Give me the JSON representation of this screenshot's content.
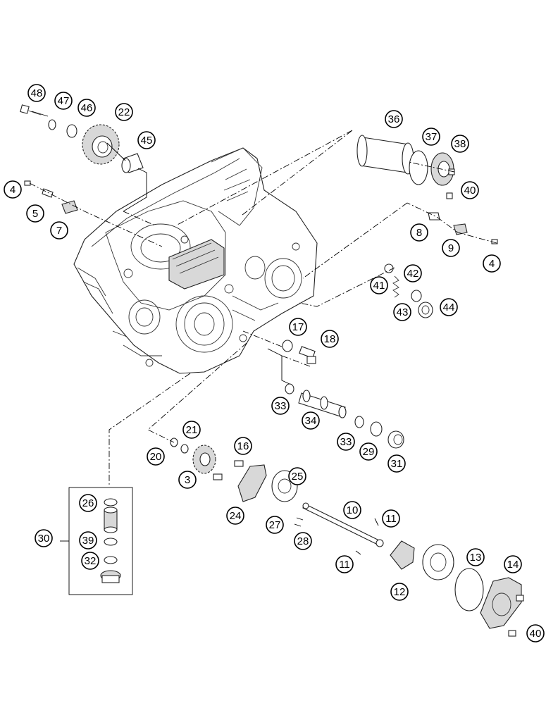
{
  "callouts": [
    {
      "id": "c48a",
      "label": "48"
    },
    {
      "id": "c47a",
      "label": "47"
    },
    {
      "id": "c46a",
      "label": "46"
    },
    {
      "id": "c22a",
      "label": "22"
    },
    {
      "id": "c45a",
      "label": "45"
    },
    {
      "id": "c4a",
      "label": "4"
    },
    {
      "id": "c5a",
      "label": "5"
    },
    {
      "id": "c7a",
      "label": "7"
    },
    {
      "id": "c36a",
      "label": "36"
    },
    {
      "id": "c37a",
      "label": "37"
    },
    {
      "id": "c38a",
      "label": "38"
    },
    {
      "id": "c40a",
      "label": "40"
    },
    {
      "id": "c8a",
      "label": "8"
    },
    {
      "id": "c9a",
      "label": "9"
    },
    {
      "id": "c4b",
      "label": "4"
    },
    {
      "id": "c42a",
      "label": "42"
    },
    {
      "id": "c41a",
      "label": "41"
    },
    {
      "id": "c43a",
      "label": "43"
    },
    {
      "id": "c44a",
      "label": "44"
    },
    {
      "id": "c17a",
      "label": "17"
    },
    {
      "id": "c18a",
      "label": "18"
    },
    {
      "id": "c33a",
      "label": "33"
    },
    {
      "id": "c34a",
      "label": "34"
    },
    {
      "id": "c33b",
      "label": "33"
    },
    {
      "id": "c29a",
      "label": "29"
    },
    {
      "id": "c31a",
      "label": "31"
    },
    {
      "id": "c21a",
      "label": "21"
    },
    {
      "id": "c20a",
      "label": "20"
    },
    {
      "id": "c16a",
      "label": "16"
    },
    {
      "id": "c3a",
      "label": "3"
    },
    {
      "id": "c25a",
      "label": "25"
    },
    {
      "id": "c24a",
      "label": "24"
    },
    {
      "id": "c10a",
      "label": "10"
    },
    {
      "id": "c11a",
      "label": "11"
    },
    {
      "id": "c27a",
      "label": "27"
    },
    {
      "id": "c28a",
      "label": "28"
    },
    {
      "id": "c26a",
      "label": "26"
    },
    {
      "id": "c30a",
      "label": "30"
    },
    {
      "id": "c39a",
      "label": "39"
    },
    {
      "id": "c32a",
      "label": "32"
    },
    {
      "id": "c11b",
      "label": "11"
    },
    {
      "id": "c13a",
      "label": "13"
    },
    {
      "id": "c14a",
      "label": "14"
    },
    {
      "id": "c12a",
      "label": "12"
    },
    {
      "id": "c40b",
      "label": "40"
    }
  ]
}
